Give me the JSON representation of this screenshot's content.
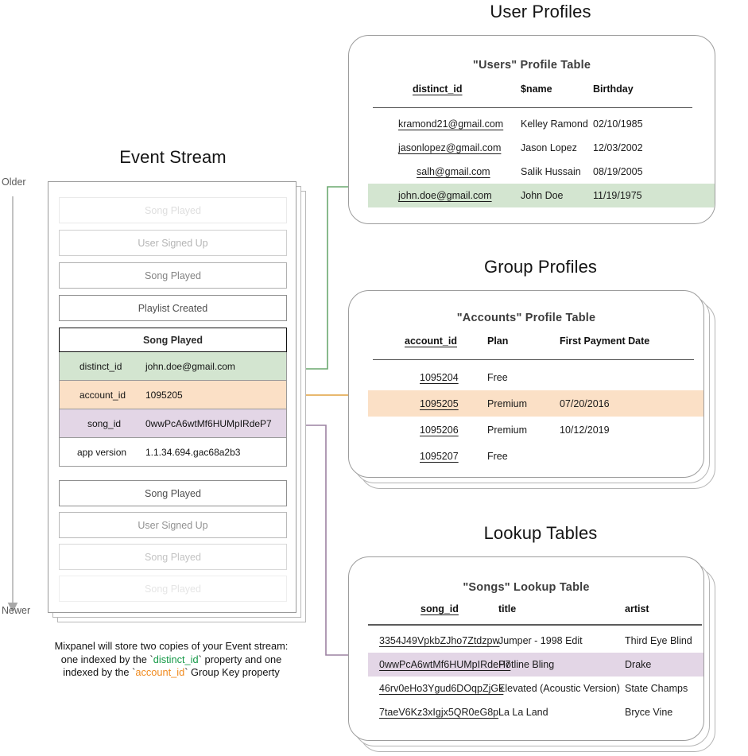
{
  "sections": {
    "event_stream": {
      "title": "Event Stream",
      "older_label": "Older",
      "newer_label": "Newer",
      "events_before": [
        {
          "label": "Song Played",
          "opacity": "0.18"
        },
        {
          "label": "User Signed Up",
          "opacity": "0.42"
        },
        {
          "label": "Song Played",
          "opacity": "0.70"
        },
        {
          "label": "Playlist Created",
          "opacity": "1"
        }
      ],
      "focused_event": {
        "name": "Song Played",
        "properties": [
          {
            "key": "distinct_id",
            "value": "john.doe@gmail.com",
            "highlight": "green"
          },
          {
            "key": "account_id",
            "value": "1095205",
            "highlight": "orange"
          },
          {
            "key": "song_id",
            "value": "0wwPcA6wtMf6HUMpIRdeP7",
            "highlight": "purple"
          },
          {
            "key": "app version",
            "value": "1.1.34.694.gac68a2b3",
            "highlight": "none"
          }
        ]
      },
      "events_after": [
        {
          "label": "Song Played",
          "opacity": "1"
        },
        {
          "label": "User Signed Up",
          "opacity": "0.62"
        },
        {
          "label": "Song Played",
          "opacity": "0.34"
        },
        {
          "label": "Song Played",
          "opacity": "0.14"
        }
      ],
      "caption": {
        "line1": "Mixpanel will store two copies of your Event stream:",
        "line2_pre": "one indexed by the `",
        "line2_key": "distinct_id",
        "line2_post": "` property and one",
        "line3_pre": "indexed by the `",
        "line3_key": "account_id",
        "line3_post": "` Group Key property"
      }
    },
    "user_profiles": {
      "title": "User Profiles",
      "table_title": "\"Users\" Profile Table",
      "columns": [
        "distinct_id",
        "$name",
        "Birthday"
      ],
      "rows": [
        {
          "cells": [
            "kramond21@gmail.com",
            "Kelley Ramond",
            "02/10/1985"
          ],
          "highlight": "none"
        },
        {
          "cells": [
            "jasonlopez@gmail.com",
            "Jason Lopez",
            "12/03/2002"
          ],
          "highlight": "none"
        },
        {
          "cells": [
            "salh@gmail.com",
            "Salik Hussain",
            "08/19/2005"
          ],
          "highlight": "none"
        },
        {
          "cells": [
            "john.doe@gmail.com",
            "John Doe",
            "11/19/1975"
          ],
          "highlight": "green"
        }
      ]
    },
    "group_profiles": {
      "title": "Group Profiles",
      "table_title": "\"Accounts\" Profile Table",
      "columns": [
        "account_id",
        "Plan",
        "First Payment Date"
      ],
      "rows": [
        {
          "cells": [
            "1095204",
            "Free",
            ""
          ],
          "highlight": "none"
        },
        {
          "cells": [
            "1095205",
            "Premium",
            "07/20/2016"
          ],
          "highlight": "orange"
        },
        {
          "cells": [
            "1095206",
            "Premium",
            "10/12/2019"
          ],
          "highlight": "none"
        },
        {
          "cells": [
            "1095207",
            "Free",
            ""
          ],
          "highlight": "none"
        }
      ]
    },
    "lookup_tables": {
      "title": "Lookup Tables",
      "table_title": "\"Songs\" Lookup Table",
      "columns": [
        "song_id",
        "title",
        "artist"
      ],
      "rows": [
        {
          "cells": [
            "3354J49VpkbZJho7Ztdzpw",
            "Jumper - 1998 Edit",
            "Third Eye Blind"
          ],
          "highlight": "none"
        },
        {
          "cells": [
            "0wwPcA6wtMf6HUMpIRdeP7",
            "Hotline Bling",
            "Drake"
          ],
          "highlight": "purple"
        },
        {
          "cells": [
            "46rv0eHo3Ygud6DOqpZjGk",
            "Elevated (Acoustic Version)",
            "State Champs"
          ],
          "highlight": "none"
        },
        {
          "cells": [
            "7taeV6Kz3xIgjx5QR0eG8p",
            "La La Land",
            "Bryce Vine"
          ],
          "highlight": "none"
        }
      ]
    }
  },
  "colors": {
    "green_highlight": "#d3e5d0",
    "orange_highlight": "#fbe0c6",
    "purple_highlight": "#e3d6e6",
    "green_connector": "#6aa86f",
    "orange_connector": "#e0a03f",
    "purple_connector": "#9c82a2",
    "card_border": "#9c9c9c"
  }
}
